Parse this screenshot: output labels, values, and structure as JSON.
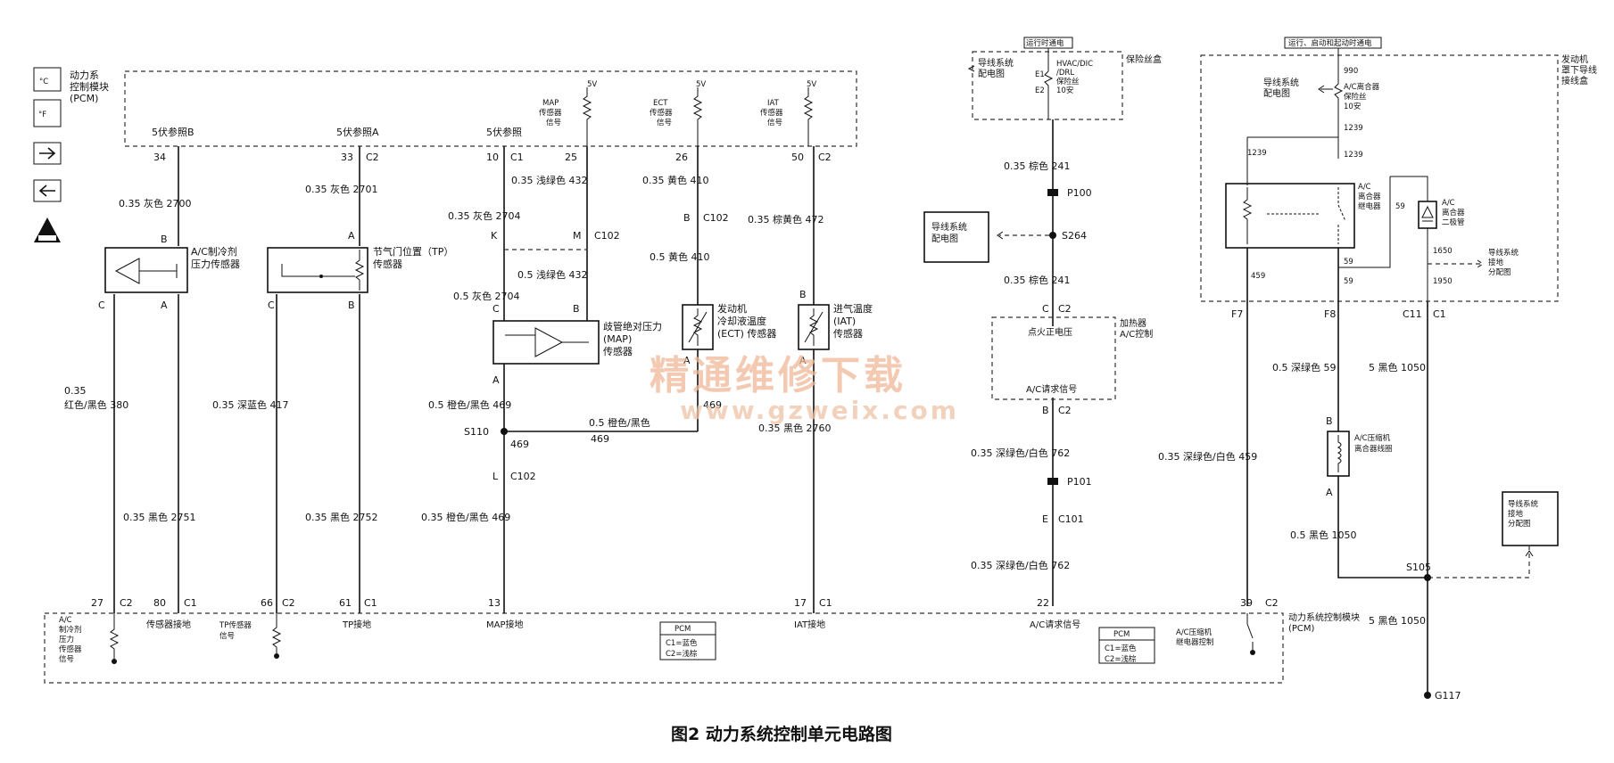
{
  "legend_icons": [
    "temperature-icon",
    "fuse-icon",
    "arrow-right-icon",
    "arrow-left-icon",
    "warning-icon"
  ],
  "pcm_top_label": "动力系\n控制模块\n(PCM)",
  "top_refs": {
    "a": "5伏参照B",
    "b": "5伏参照A",
    "c": "5伏参照"
  },
  "top_sensors": {
    "map": "MAP\n传感器\n信号",
    "ect": "ECT\n传感器\n信号",
    "iat": "IAT\n传感器\n信号",
    "v5": "5V"
  },
  "pins_top": {
    "p34": "34",
    "p33": "33",
    "c2a": "C2",
    "p10": "10",
    "c1a": "C1",
    "p25": "25",
    "p26": "26",
    "p50": "50",
    "c2b": "C2"
  },
  "wires": {
    "w2700": "0.35 灰色  2700",
    "w2701": "0.35 灰色  2701",
    "w432a": "0.35 浅绿色  432",
    "w410a": "0.35 黄色  410",
    "w2704a": "0.35 灰色  2704",
    "w472": "0.35 棕黄色  472",
    "w410b": "0.5 黄色  410",
    "w432b": "0.5  浅绿色  432",
    "w2704b": "0.5 灰色  2704",
    "w380a": "0.35",
    "w380b": "红色/黑色  380",
    "w417": "0.35  深蓝色  417",
    "w469a": "0.5 橙色/黑色  469",
    "w469b": "0.5 橙色/黑色",
    "w469c": "469",
    "w469d": "469",
    "w469e": "469",
    "w2760": "0.35 黑色  2760",
    "w469f": "0.35 橙色/黑色  469",
    "w2751": "0.35  黑色  2751",
    "w2752": "0.35  黑色  2752"
  },
  "connectors": {
    "k": "K",
    "m": "M",
    "c102a": "C102",
    "b102": "B",
    "c102b": "C102",
    "c102c": "C102",
    "l": "L",
    "s110": "S110"
  },
  "sensors": {
    "ac_pressure": "A/C制冷剂\n压力传感器",
    "tp": "节气门位置（TP）\n传感器",
    "map": "歧管绝对压力\n(MAP)\n传感器",
    "ect": "发动机\n冷却液温度\n(ECT) 传感器",
    "iat": "进气温度\n(IAT)\n传感器"
  },
  "pin_letters": {
    "b": "B",
    "a": "A",
    "c": "C"
  },
  "pins_bottom": {
    "p27": "27",
    "c2": "C2",
    "p80": "80",
    "c1": "C1",
    "p66": "66",
    "p61": "61",
    "p13": "13",
    "p17": "17",
    "p22": "22",
    "p39": "39"
  },
  "bottom_labels": {
    "ac_sig": "A/C\n制冷剂\n压力\n传感器\n信号",
    "sensor_gnd": "传感器接地",
    "tp_sig": "TP传感器\n信号",
    "tp_gnd": "TP接地",
    "map_gnd": "MAP接地",
    "iat_gnd": "IAT接地",
    "ac_req": "A/C请求信号",
    "ac_relay_ctrl": "A/C压缩机\n继电器控制",
    "pcm": "动力系统控制模块\n(PCM)"
  },
  "pcm_box": {
    "title": "PCM",
    "c1": "C1=蓝色",
    "c2": "C2=浅棕"
  },
  "mid": {
    "top_tag": "运行时通电",
    "fuse_box": "保险丝盒",
    "power_ref": "导线系统\n配电图",
    "fuse": "HVAC/DIC\n/DRL\n保险丝\n10安",
    "e1": "E1",
    "e2": "E2",
    "w241a": "0.35 棕色  241",
    "p100": "P100",
    "s264": "S264",
    "power_ref2": "导线系统\n配电图",
    "w241b": "0.35 棕色  241",
    "c2": "C2",
    "c": "C",
    "heater": "加热器\nA/C控制",
    "ign": "点火正电压",
    "req": "A/C请求信号",
    "b": "B",
    "w762a": "0.35 深绿色/白色  762",
    "p101": "P101",
    "c101": "C101",
    "e": "E",
    "w762b": "0.35 深绿色/白色  762"
  },
  "right": {
    "top_tag": "运行、启动和起动时通电",
    "underhood": "发动机\n罩下导线\n接线盒",
    "power_ref": "导线系统\n配电图",
    "fuse": "A/C离合器\n保险丝\n10安",
    "w990": "990",
    "w1239a": "1239",
    "w1239b": "1239",
    "w1239c": "1239",
    "relay": "A/C\n离合器\n继电器",
    "diode": "A/C\n离合器\n二极管",
    "w59a": "59",
    "w59b": "59",
    "w59c": "59",
    "w1650": "1650",
    "w1950": "1950",
    "w459": "459",
    "ground_ref": "导线系统\n接地\n分配图",
    "f7": "F7",
    "f8": "F8",
    "c11": "C11",
    "c1": "C1",
    "w59d": "0.5  深绿色  59",
    "w1050a": "5 黑色  1050",
    "clutch": "A/C压缩机\n离合器线圈",
    "w459b": "0.35 深绿色/白色  459",
    "b": "B",
    "a": "A",
    "w1050b": "0.5 黑色  1050",
    "ground_ref2": "导线系统\n接地\n分配图",
    "s105": "S105",
    "w1050c": "5 黑色  1050",
    "g117": "G117"
  },
  "watermark": {
    "cn": "精通维修下载",
    "url": "www.gzweix.com"
  },
  "caption": "图2  动力系统控制单元电路图"
}
